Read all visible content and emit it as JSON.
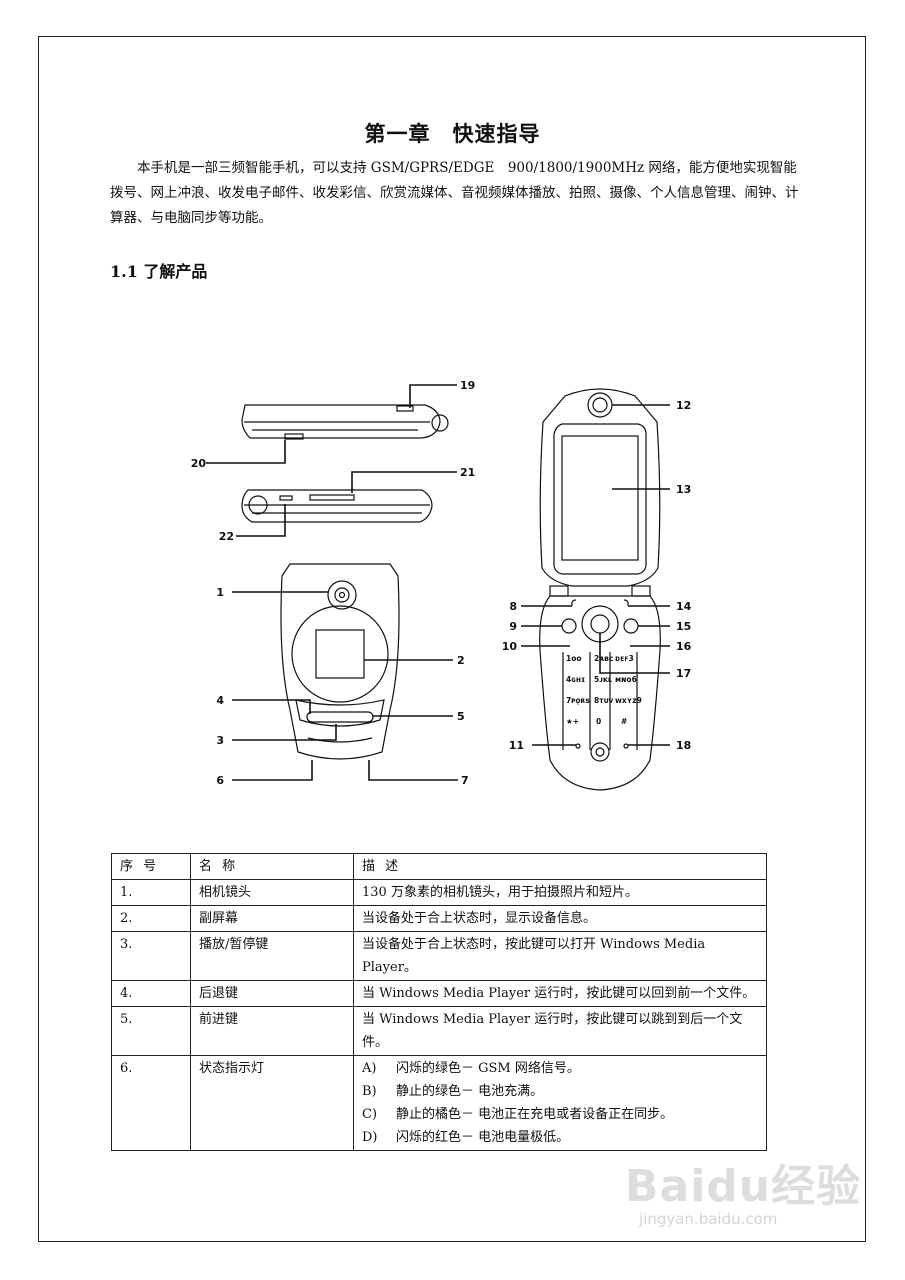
{
  "doc": {
    "title": "第一章　快速指导",
    "intro": "本手机是一部三频智能手机，可以支持 GSM/GPRS/EDGE　900/1800/1900MHz 网络，能方便地实现智能拨号、网上冲浪、收发电子邮件、收发彩信、欣赏流媒体、音视频媒体播放、拍照、摄像、个人信息管理、闹钟、计算器、与电脑同步等功能。",
    "section": "1.1 了解产品"
  },
  "figure": {
    "callouts": [
      "1",
      "2",
      "3",
      "4",
      "5",
      "6",
      "7",
      "8",
      "9",
      "10",
      "11",
      "12",
      "13",
      "14",
      "15",
      "16",
      "17",
      "18",
      "19",
      "20",
      "21",
      "22"
    ],
    "key_glyphs": {
      "k1": "1ᴏᴏ",
      "k2": "2ᴀʙᴄ",
      "k3": "ᴅᴇꜰ3",
      "k4": "4ɢʜɪ",
      "k5": "5ᴊᴋʟ",
      "k6": "ᴍɴᴏ6",
      "k7": "7ᴘǫʀs",
      "k8": "8ᴛᴜᴠ",
      "k9": "ᴡxʏᴢ9",
      "kstar": "★+",
      "k0": "0",
      "khash": "#"
    }
  },
  "table": {
    "headers": [
      "序 号",
      "名 称",
      "描 述"
    ],
    "rows": [
      {
        "no": "1.",
        "name": "相机镜头",
        "desc": "130 万象素的相机镜头，用于拍摄照片和短片。"
      },
      {
        "no": "2.",
        "name": "副屏幕",
        "desc": "当设备处于合上状态时，显示设备信息。"
      },
      {
        "no": "3.",
        "name": "播放/暂停键",
        "desc": "当设备处于合上状态时，按此键可以打开 Windows Media Player。"
      },
      {
        "no": "4.",
        "name": "后退键",
        "desc": "当 Windows Media Player 运行时，按此键可以回到前一个文件。"
      },
      {
        "no": "5.",
        "name": "前进键",
        "desc": "当 Windows Media Player 运行时，按此键可以跳到到后一个文件。"
      }
    ],
    "row6": {
      "no": "6.",
      "name": "状态指示灯",
      "options": [
        {
          "letter": "A)",
          "text": "闪烁的绿色－ GSM 网络信号。"
        },
        {
          "letter": "B)",
          "text": "静止的绿色－ 电池充满。"
        },
        {
          "letter": "C)",
          "text": "静止的橘色－ 电池正在充电或者设备正在同步。"
        },
        {
          "letter": "D)",
          "text": "闪烁的红色－ 电池电量极低。"
        }
      ]
    }
  },
  "watermark": {
    "logo": "Baidu经验",
    "url": "jingyan.baidu.com"
  }
}
